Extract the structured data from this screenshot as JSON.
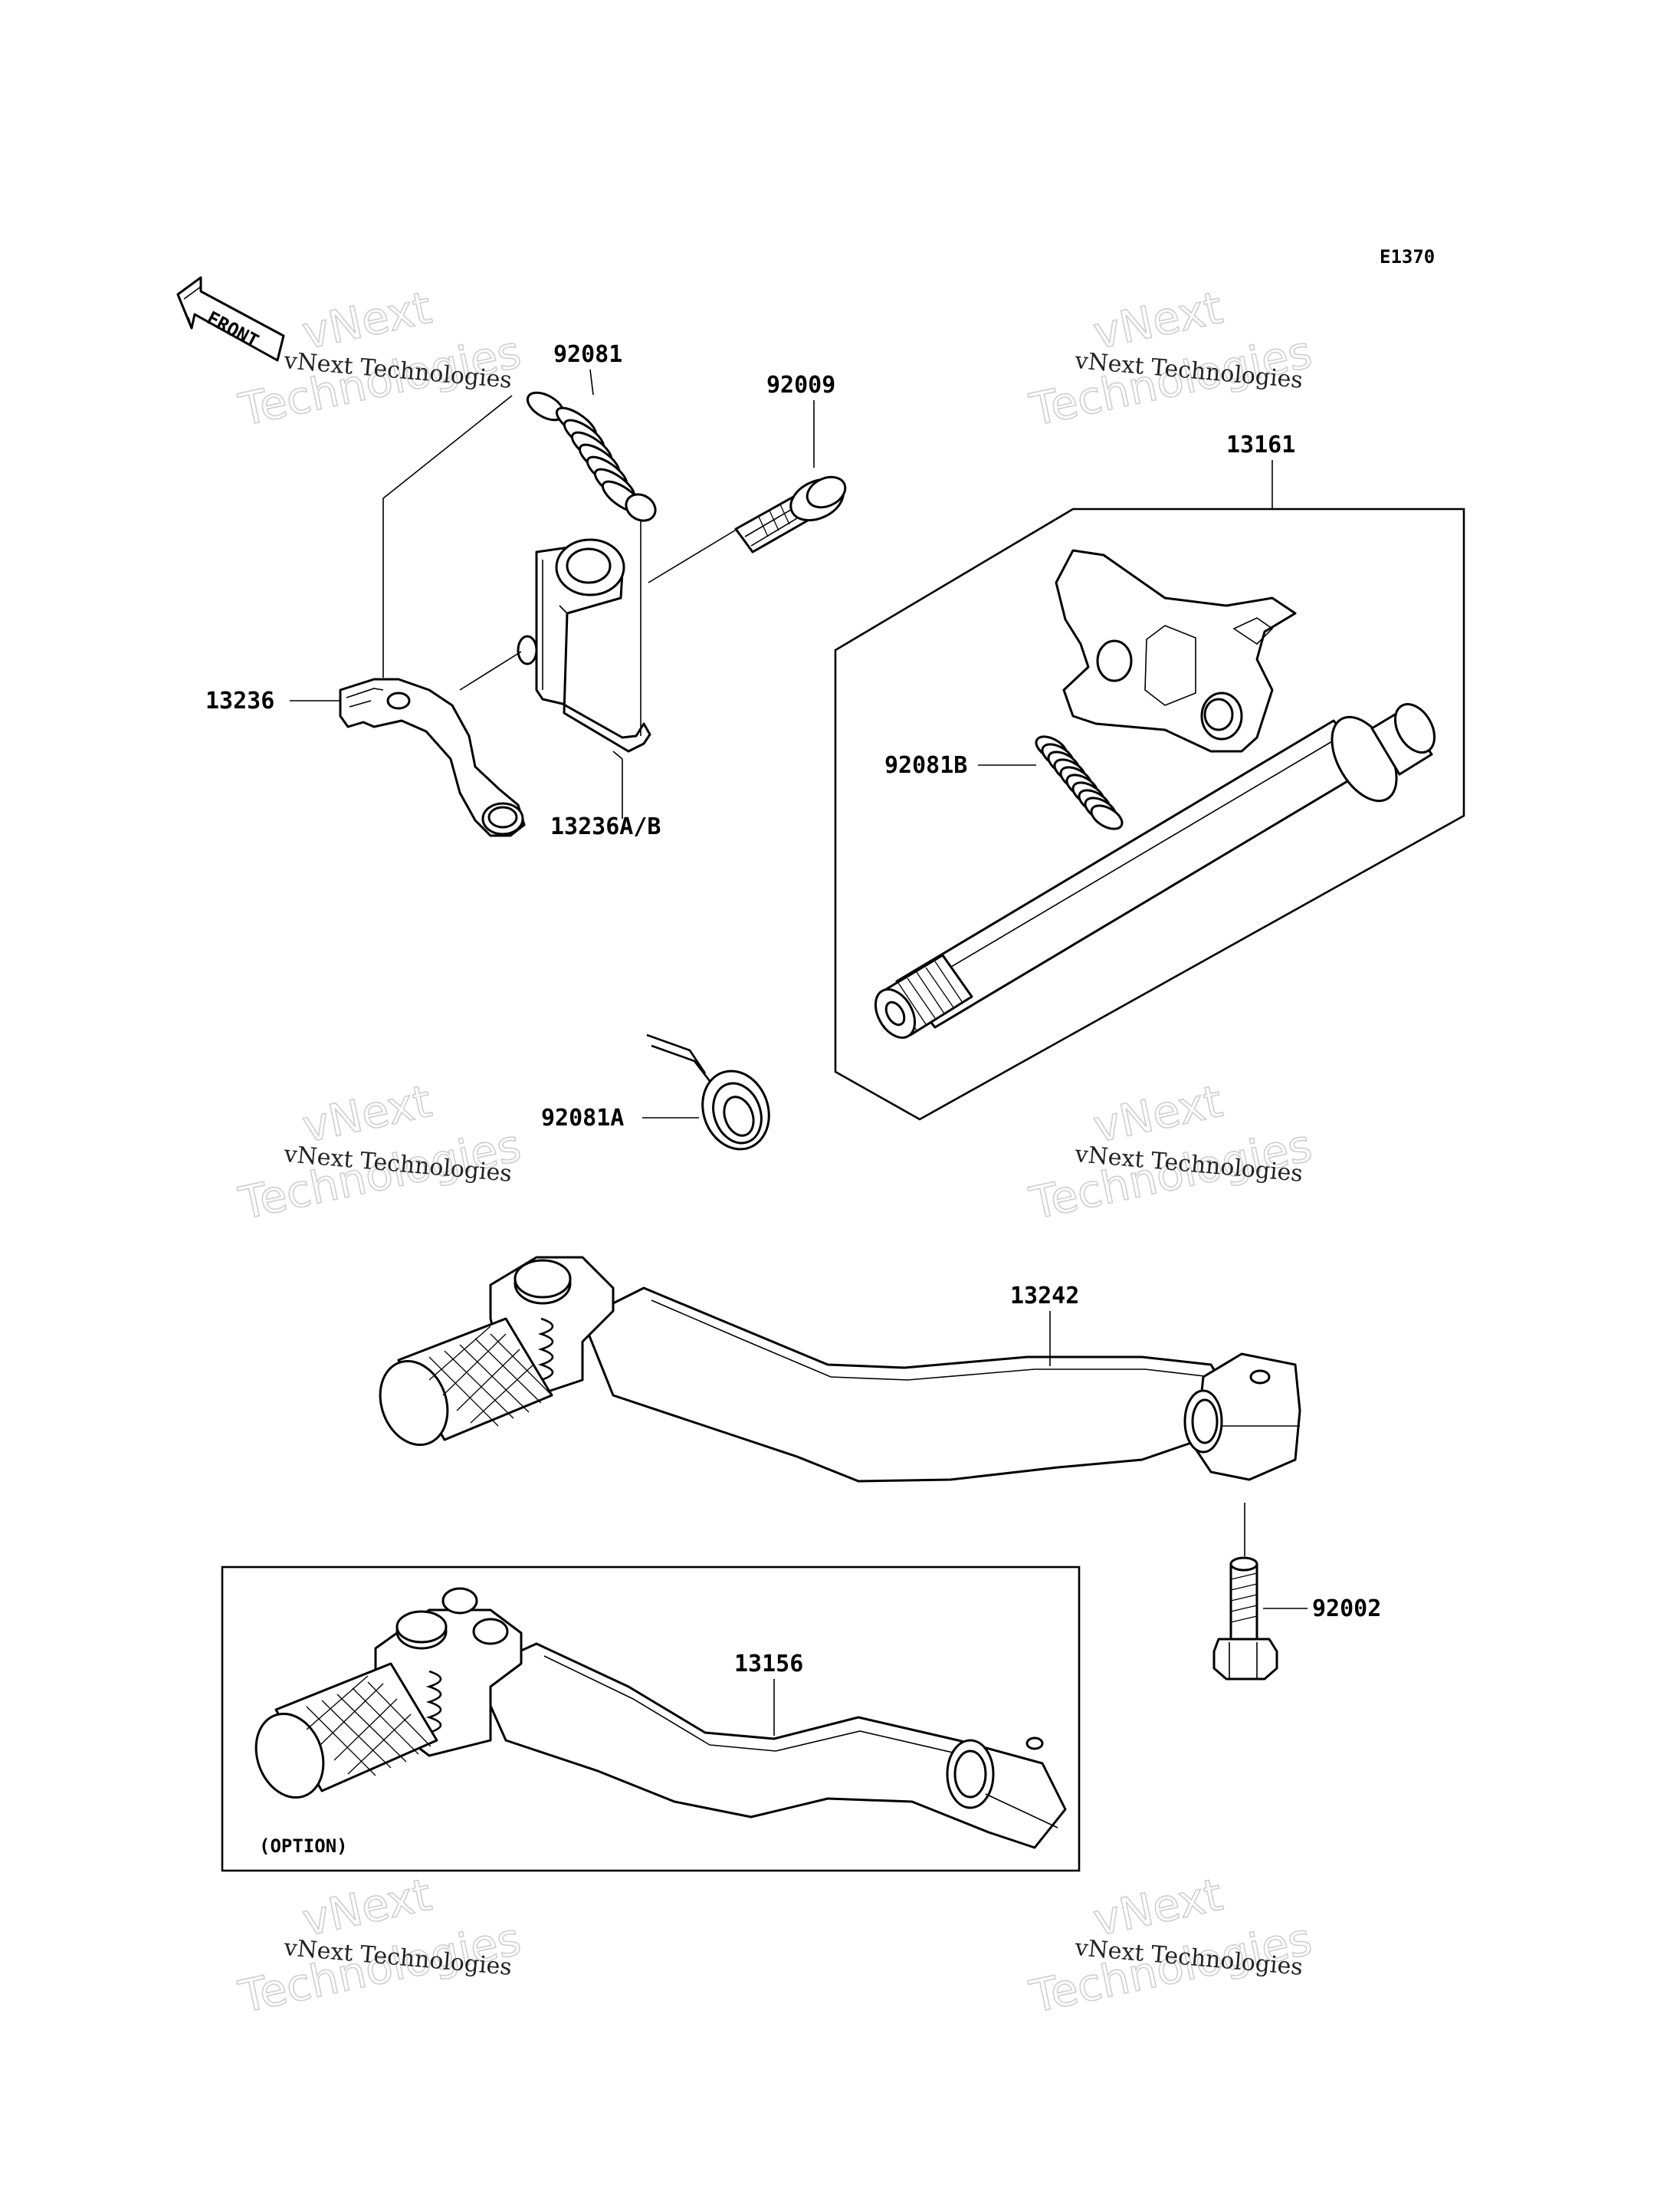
{
  "diagram": {
    "code": "E1370",
    "front_label": "FRONT",
    "option_label": "(OPTION)"
  },
  "parts": {
    "p92081": "92081",
    "p92009": "92009",
    "p13161": "13161",
    "p13236": "13236",
    "p13236ab": "13236A/B",
    "p92081b": "92081B",
    "p92081a": "92081A",
    "p13242": "13242",
    "p92002": "92002",
    "p13156": "13156"
  },
  "watermark": {
    "line1": "vNext",
    "line2": "vNext Technologies",
    "line3": "Technologies"
  }
}
